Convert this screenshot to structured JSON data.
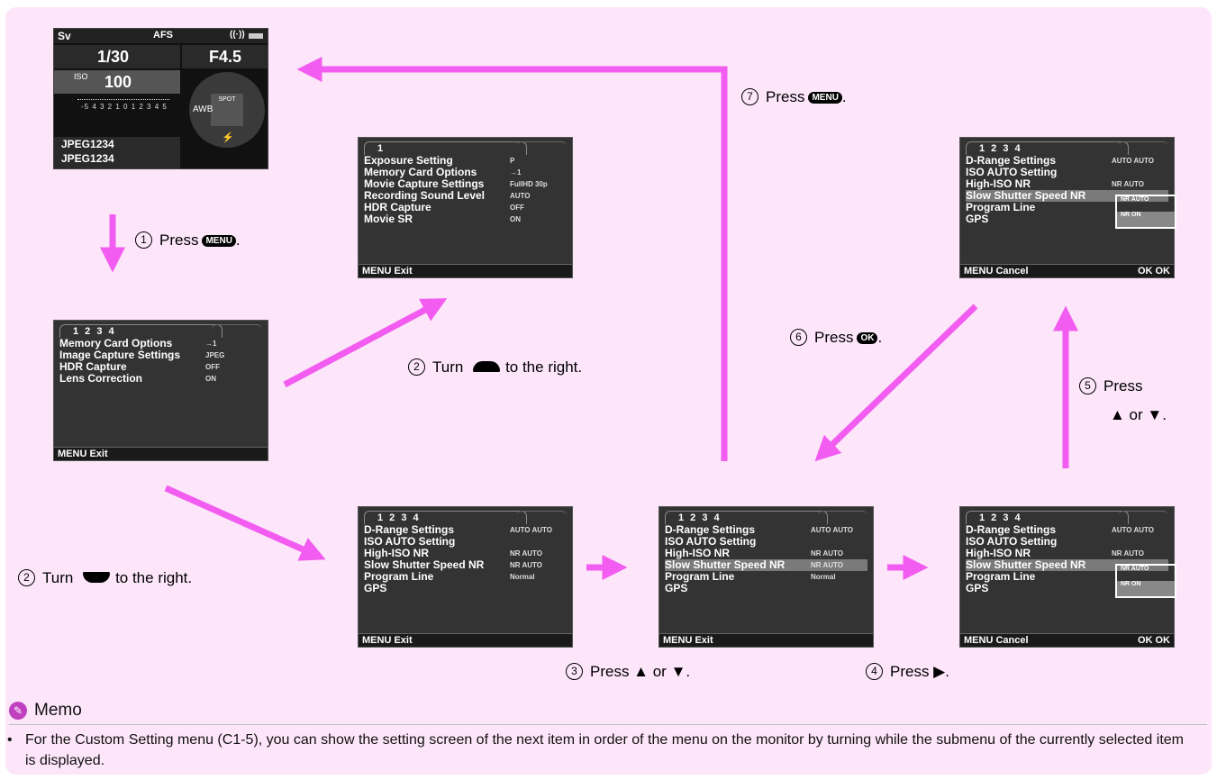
{
  "status_screen": {
    "mode": "Sv",
    "af": "AFS",
    "shutter": "1/30",
    "aperture": "F4.5",
    "iso_label": "ISO",
    "iso_value": "100",
    "ev_scale": "-5 4 3 2 1 0 1 2 3 4 5",
    "metering": "SPOT",
    "wb": "AWB",
    "slot1": "JPEG1234",
    "slot2": "JPEG1234"
  },
  "menu_a": {
    "tabs": "1 2 3 4",
    "items": [
      {
        "label": "Memory Card Options",
        "value": "→1"
      },
      {
        "label": "Image Capture Settings",
        "value": "JPEG"
      },
      {
        "label": "HDR Capture",
        "value": "OFF"
      },
      {
        "label": "Lens Correction",
        "value": "ON"
      }
    ],
    "footer_left": "MENU Exit"
  },
  "menu_movie": {
    "tabs": "1",
    "items": [
      {
        "label": "Exposure Setting",
        "value": "P"
      },
      {
        "label": "Memory Card Options",
        "value": "→1"
      },
      {
        "label": "Movie Capture Settings",
        "value": "FullHD 30p"
      },
      {
        "label": "Recording Sound Level",
        "value": "AUTO"
      },
      {
        "label": "HDR Capture",
        "value": "OFF"
      },
      {
        "label": "Movie SR",
        "value": "ON"
      }
    ],
    "footer_left": "MENU Exit"
  },
  "menu_b": {
    "tabs": "1 2 3 4",
    "items": [
      {
        "label": "D-Range Settings",
        "value": "AUTO AUTO"
      },
      {
        "label": "ISO AUTO Setting",
        "value": ""
      },
      {
        "label": "High-ISO NR",
        "value": "NR AUTO"
      },
      {
        "label": "Slow Shutter Speed NR",
        "value": "NR AUTO"
      },
      {
        "label": "Program Line",
        "value": "Normal"
      },
      {
        "label": "GPS",
        "value": ""
      }
    ],
    "footer_left": "MENU Exit",
    "footer_right": ""
  },
  "menu_c": {
    "tabs": "1 2 3 4",
    "items": [
      {
        "label": "D-Range Settings",
        "value": "AUTO AUTO"
      },
      {
        "label": "ISO AUTO Setting",
        "value": ""
      },
      {
        "label": "High-ISO NR",
        "value": "NR AUTO"
      },
      {
        "label": "Slow Shutter Speed NR",
        "value": "NR AUTO"
      },
      {
        "label": "Program Line",
        "value": "Normal"
      },
      {
        "label": "GPS",
        "value": ""
      }
    ],
    "footer_left": "MENU Exit",
    "footer_right": ""
  },
  "menu_d": {
    "tabs": "1 2 3 4",
    "items": [
      {
        "label": "D-Range Settings",
        "value": "AUTO AUTO"
      },
      {
        "label": "ISO AUTO Setting",
        "value": ""
      },
      {
        "label": "High-ISO NR",
        "value": "NR AUTO"
      },
      {
        "label": "Slow Shutter Speed NR",
        "value": ""
      },
      {
        "label": "Program Line",
        "value": ""
      },
      {
        "label": "GPS",
        "value": ""
      }
    ],
    "popup": [
      "NR AUTO",
      "NR ON"
    ],
    "footer_left": "MENU Cancel",
    "footer_right": "OK OK"
  },
  "menu_e": {
    "tabs": "1 2 3 4",
    "items": [
      {
        "label": "D-Range Settings",
        "value": "AUTO AUTO"
      },
      {
        "label": "ISO AUTO Setting",
        "value": ""
      },
      {
        "label": "High-ISO NR",
        "value": "NR AUTO"
      },
      {
        "label": "Slow Shutter Speed NR",
        "value": ""
      },
      {
        "label": "Program Line",
        "value": ""
      },
      {
        "label": "GPS",
        "value": ""
      }
    ],
    "popup": [
      "NR AUTO",
      "NR ON"
    ],
    "footer_left": "MENU Cancel",
    "footer_right": "OK OK"
  },
  "steps": {
    "s1": {
      "num": "1",
      "text": "Press",
      "badge": "MENU",
      "end": "."
    },
    "s2a": {
      "num": "2",
      "text": "Turn",
      "tail": "to the right."
    },
    "s2b": {
      "num": "2",
      "text": "Turn",
      "tail": "to the right."
    },
    "s3": {
      "num": "3",
      "text": "Press ▲ or ▼."
    },
    "s4": {
      "num": "4",
      "text": "Press ▶."
    },
    "s5a": {
      "num": "5",
      "text": "Press"
    },
    "s5b": {
      "text": "▲ or ▼."
    },
    "s6": {
      "num": "6",
      "text": "Press",
      "badge": "OK",
      "end": "."
    },
    "s7": {
      "num": "7",
      "text": "Press",
      "badge": "MENU",
      "end": "."
    }
  },
  "memo": {
    "title": "Memo",
    "bullet": "•",
    "text": "For the Custom Setting menu (C1-5), you can show the setting screen of the next item in order of the menu on the monitor by turning  while the submenu of the currently selected item is displayed."
  },
  "colors": {
    "background": "#fde6fa",
    "arrow": "#f25cf0",
    "screen": "#333333"
  }
}
